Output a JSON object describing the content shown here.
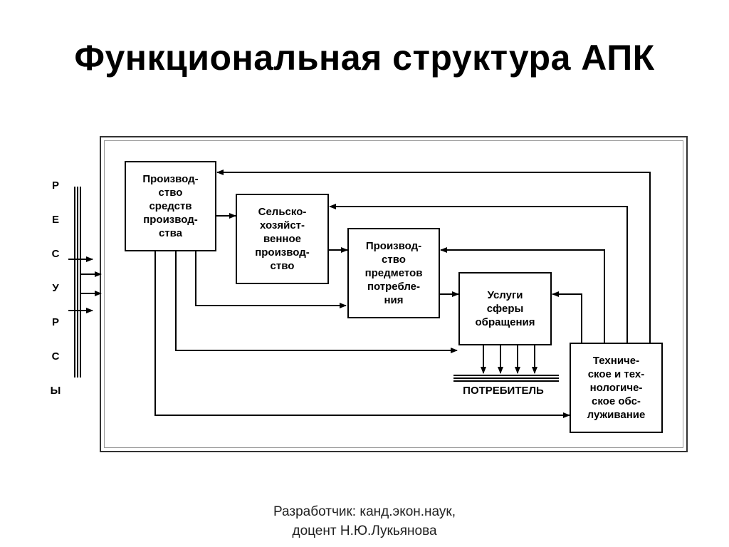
{
  "title": "Функциональная структура АПК",
  "resources_letters": [
    "Р",
    "Е",
    "С",
    "У",
    "Р",
    "С",
    "Ы"
  ],
  "boxes": {
    "means": "Производ-\nство\nсредств\nпроизвод-\nства",
    "agri": "Сельско-\nхозяйст-\nвенное\nпроизвод-\nство",
    "goods": "Производ-\nство\nпредметов\nпотребле-\nния",
    "services": "Услуги\nсферы\nобращения",
    "tech": "Техниче-\nское и тех-\nнологиче-\nское обс-\nлуживание"
  },
  "consumer": "ПОТРЕБИТЕЛЬ",
  "footer": {
    "line1": "Разработчик: канд.экон.наук,",
    "line2": "доцент Н.Ю.Лукьянова"
  }
}
